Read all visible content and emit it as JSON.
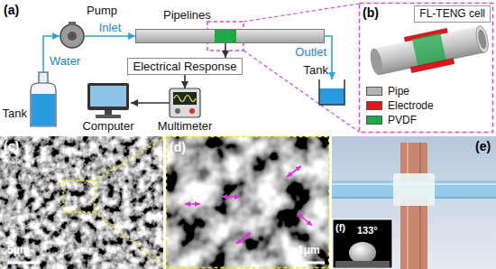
{
  "diagram": {
    "nodes": [
      {
        "text": [
          "Pump"
        ]
      },
      {
        "text": [
          "Pipelines"
        ]
      },
      {
        "text": [
          "FL-TENG cell"
        ]
      },
      {
        "text": [
          "Electrical Response"
        ]
      },
      {
        "text": [
          "Tank"
        ]
      },
      {
        "text": [
          "Tank"
        ]
      },
      {
        "text": [
          "Computer"
        ]
      },
      {
        "text": [
          "Multimeter"
        ]
      }
    ],
    "edges": [
      {
        "from": 5,
        "to": 0,
        "label": "Water",
        "arrow": "to"
      },
      {
        "from": 0,
        "to": 1,
        "label": "Inlet",
        "arrow": "to"
      },
      {
        "from": 1,
        "to": 4,
        "label": "Outlet",
        "arrow": "to"
      },
      {
        "from": 1,
        "to": 3,
        "arrow": "to"
      },
      {
        "from": 3,
        "to": 7,
        "arrow": "to"
      },
      {
        "from": 7,
        "to": 6,
        "arrow": "to"
      }
    ],
    "labels": [
      "(a)",
      "(b)",
      "(c)",
      "(d)",
      "(e)",
      "(f)",
      "5μm",
      "1μm",
      "133°"
    ],
    "legend": [
      {
        "text": "Pipe",
        "color": "#b4b4b4"
      },
      {
        "text": "Electrode",
        "color": "#e3141b"
      },
      {
        "text": "PVDF",
        "color": "#1fa84a"
      }
    ]
  }
}
